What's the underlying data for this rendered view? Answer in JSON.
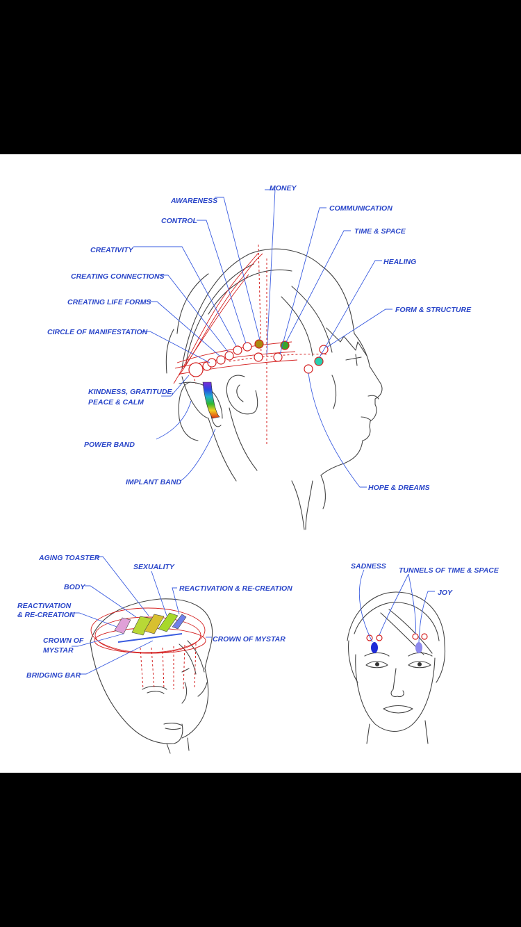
{
  "colors": {
    "frame": "#000000",
    "paper": "#ffffff",
    "label": "#2b47c9",
    "leader": "#3a5ce0",
    "marker": "#d42020",
    "sketch": "#444444"
  },
  "side_view": {
    "labels": {
      "money": "MONEY",
      "awareness": "AWARENESS",
      "communication": "COMMUNICATION",
      "control": "CONTROL",
      "time_space": "TIME & SPACE",
      "creativity": "CREATIVITY",
      "healing": "HEALING",
      "creating_connections": "CREATING CONNECTIONS",
      "creating_life_forms": "CREATING LIFE FORMS",
      "form_structure": "FORM & STRUCTURE",
      "circle_of_manifestation": "CIRCLE OF MANIFESTATION",
      "kindness_1": "KINDNESS, GRATITUDE,",
      "kindness_2": "PEACE & CALM",
      "power_band": "POWER BAND",
      "implant_band": "IMPLANT BAND",
      "hope_dreams": "HOPE & DREAMS"
    }
  },
  "top_view": {
    "labels": {
      "aging_toaster": "AGING TOASTER",
      "sexuality": "SEXUALITY",
      "body": "BODY",
      "reactivation_right": "REACTIVATION & RE-CREATION",
      "reactivation_left_1": "REACTIVATION",
      "reactivation_left_2": "& RE-CREATION",
      "crown_left_1": "CROWN OF",
      "crown_left_2": "MYSTAR",
      "crown_right": "CROWN OF MYSTAR",
      "bridging_bar": "BRIDGING BAR"
    }
  },
  "front_view": {
    "labels": {
      "sadness": "SADNESS",
      "tunnels": "TUNNELS OF TIME & SPACE",
      "joy": "JOY"
    }
  }
}
